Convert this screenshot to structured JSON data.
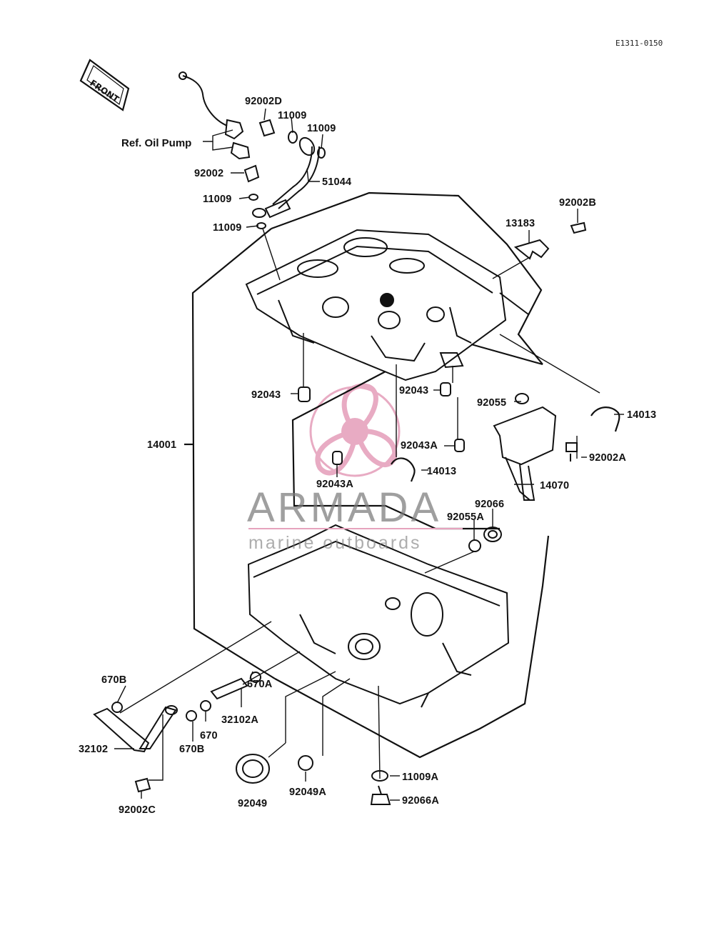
{
  "diagram": {
    "code": "E1311-0150",
    "front_label": "FRONT",
    "ref_label": "Ref. Oil Pump",
    "parts": {
      "p92002D": "92002D",
      "p11009_a": "11009",
      "p11009_b": "11009",
      "p92002": "92002",
      "p51044": "51044",
      "p11009_c": "11009",
      "p11009_d": "11009",
      "p92002B": "92002B",
      "p13183": "13183",
      "p92043_a": "92043",
      "p92043_b": "92043",
      "p92055": "92055",
      "p14013_a": "14013",
      "p14001": "14001",
      "p92043A_a": "92043A",
      "p92002A": "92002A",
      "p92043A_b": "92043A",
      "p14013_b": "14013",
      "p14070": "14070",
      "p92066": "92066",
      "p92055A": "92055A",
      "p670B_a": "670B",
      "p670A": "670A",
      "p32102A": "32102A",
      "p670": "670",
      "p32102": "32102",
      "p670B_b": "670B",
      "p11009A": "11009A",
      "p92049": "92049",
      "p92049A": "92049A",
      "p92066A": "92066A",
      "p92002C": "92002C"
    }
  },
  "watermark": {
    "brand": "ARMADA",
    "tagline": "marine outboards",
    "color": "#e6a3bd"
  }
}
